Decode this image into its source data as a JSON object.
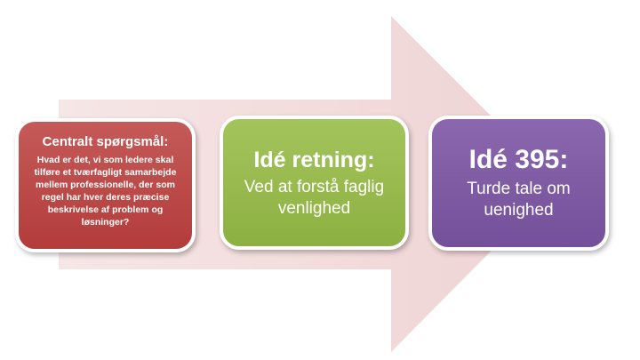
{
  "boxes": {
    "question": {
      "title": "Centralt spørgsmål:",
      "body": "Hvad er det, vi som ledere skal tilføre et tværfagligt samarbejde mellem professionelle, der som regel har hver deres præcise beskrivelse af problem og løsninger?"
    },
    "direction": {
      "title": "Idé retning:",
      "body": "Ved at forstå faglig venlighed"
    },
    "idea": {
      "title": "Idé 395:",
      "body": "Turde tale om uenighed"
    }
  },
  "colors": {
    "arrow": "#f2dbdb",
    "question": "#b94542",
    "direction": "#95b84d",
    "idea": "#7d5ba3"
  }
}
